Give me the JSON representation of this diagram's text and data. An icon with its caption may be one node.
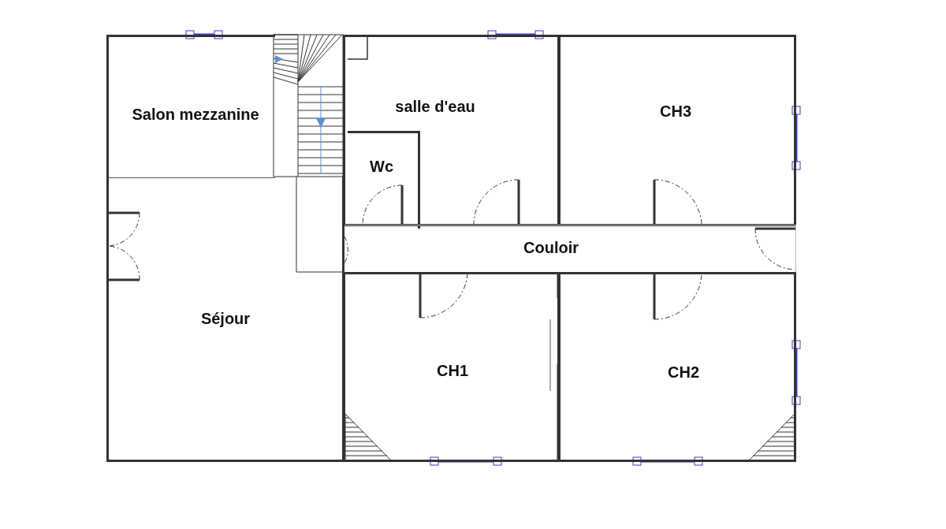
{
  "diagram": {
    "nodes": [
      {
        "text": [
          "Salon mezzanine"
        ]
      },
      {
        "text": [
          "salle d'eau"
        ]
      },
      {
        "text": [
          "Wc"
        ],
        "in": 1
      },
      {
        "text": [
          "CH3"
        ]
      },
      {
        "text": [
          "Couloir"
        ]
      },
      {
        "text": [
          "Séjour"
        ]
      },
      {
        "text": [
          "CH1"
        ]
      },
      {
        "text": [
          "CH2"
        ]
      }
    ]
  }
}
